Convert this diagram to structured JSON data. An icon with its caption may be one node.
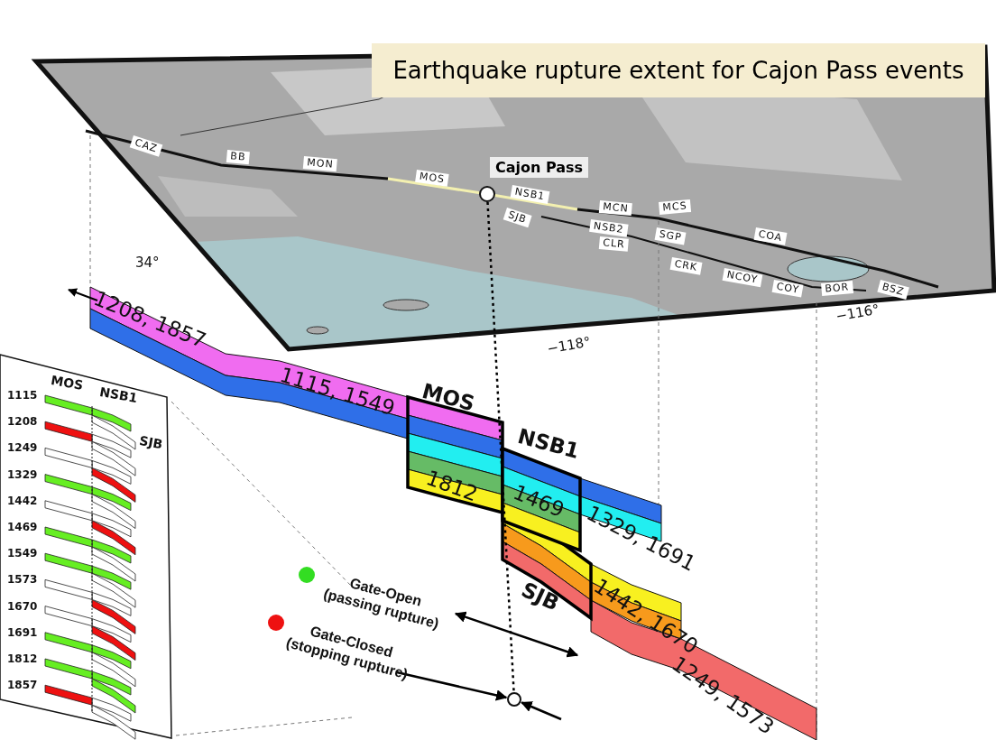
{
  "diagram": {
    "title": "Earthquake rupture extent for Cajon Pass events",
    "nodes": [
      {
        "text": [],
        "shape": "circle",
        "beside": [
          "Cajon Pass"
        ]
      },
      {
        "text": [],
        "shape": "circle"
      }
    ],
    "edges": [
      {
        "from": 0,
        "to": 1,
        "arrow": "none",
        "style": "dashed"
      },
      {
        "from": null,
        "to": 1,
        "arrow": "to"
      },
      {
        "from": null,
        "to": 1,
        "arrow": "to"
      }
    ],
    "labels": [
      "CAZ",
      "BB",
      "MON",
      "MOS",
      "NSB1",
      "SJB",
      "MCN",
      "MCS",
      "NSB2",
      "SGP",
      "COA",
      "CLR",
      "CRK",
      "NCOY",
      "COY",
      "BOR",
      "BSZ",
      "34°",
      "−118°",
      "−116°",
      "1208, 1857",
      "1115, 1549",
      "MOS",
      "NSB1",
      "1812",
      "1469",
      "1329, 1691",
      "SJB",
      "1442, 1670",
      "1249, 1573",
      "MOS",
      "NSB1",
      "SJB",
      "1115",
      "1208",
      "1249",
      "1329",
      "1442",
      "1469",
      "1549",
      "1573",
      "1670",
      "1691",
      "1812",
      "1857"
    ],
    "legend": [
      {
        "text": "Gate-Open (passing rupture)",
        "color": "#33dd22"
      },
      {
        "text": "Gate-Closed (stopping rupture)",
        "color": "#ee1111"
      }
    ]
  }
}
